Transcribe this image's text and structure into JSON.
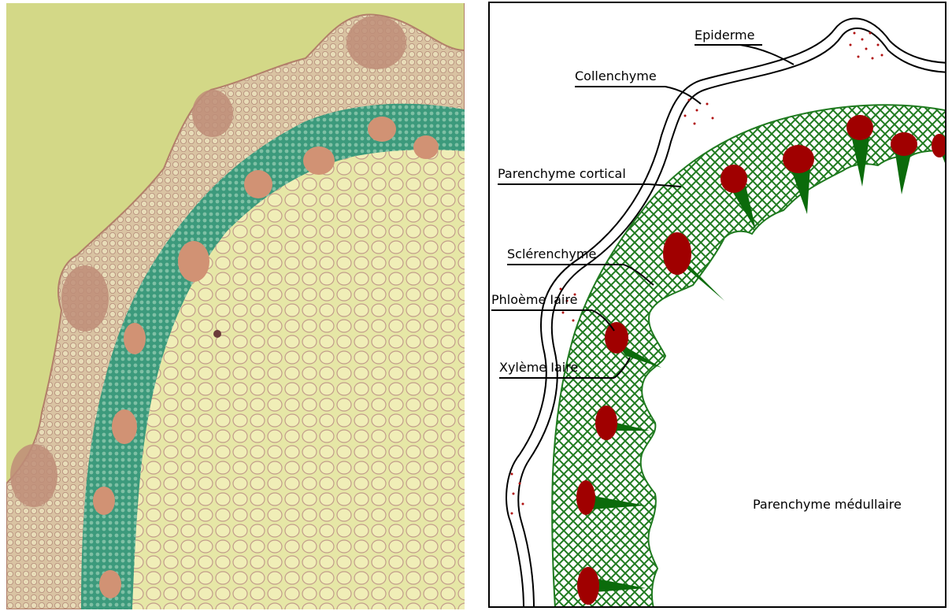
{
  "figure": {
    "photo_alt": "Coupe transversale de tige (microscopie)",
    "diagram": {
      "labels": {
        "epiderme": "Epiderme",
        "collenchyme": "Collenchyme",
        "parenchyme_cortical": "Parenchyme cortical",
        "sclerenchyme": "Sclérenchyme",
        "phloeme": "Phloème Iaire",
        "xyleme": "Xylème Iaire",
        "parenchyme_medullaire": "Parenchyme médullaire"
      },
      "colors": {
        "sclerenchyme_hatch": "#1f7a1f",
        "xylem_fill": "#0b6b0b",
        "phloem_fill": "#a00000",
        "collenchyme_dots": "#b01010",
        "outline": "#000000"
      }
    },
    "photo_colors": {
      "background": "#d6d98a",
      "cortex_cells": "#d9c9a0",
      "sclerenchyme_stain": "#2f8a6a",
      "collenchyme_bumps": "#b98e78",
      "phloem_patches": "#c58a6a"
    }
  }
}
